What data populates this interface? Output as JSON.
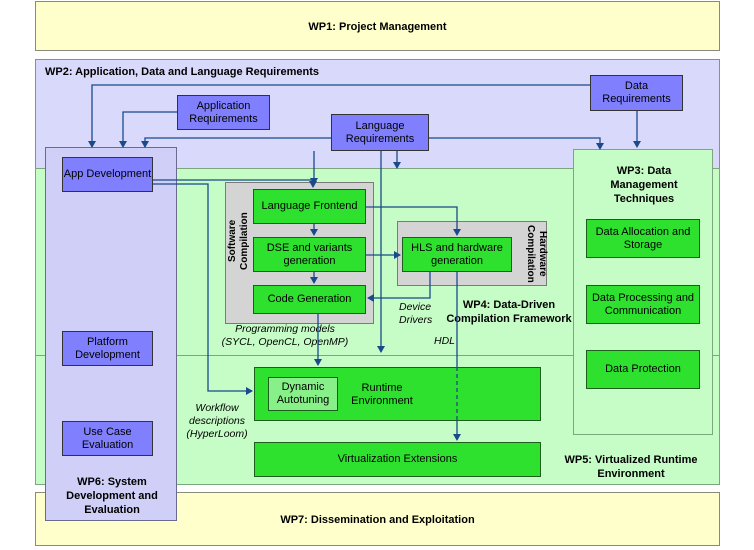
{
  "wp1": {
    "title": "WP1: Project Management"
  },
  "wp2": {
    "title": "WP2: Application, Data and Language Requirements",
    "application_requirements": "Application Requirements",
    "language_requirements": "Language Requirements",
    "data_requirements": "Data Requirements"
  },
  "wp3": {
    "title": "WP3: Data Management Techniques",
    "allocation": "Data Allocation and Storage",
    "processing": "Data Processing and Communication",
    "protection": "Data Protection"
  },
  "wp4": {
    "title": "WP4: Data-Driven Compilation Framework",
    "software_compilation": "Software Compilation",
    "hardware_compilation": "Hardware Compilation",
    "language_frontend": "Language Frontend",
    "dse_variants": "DSE and variants generation",
    "code_generation": "Code Generation",
    "hls_hardware": "HLS and hardware generation",
    "device_drivers": "Device Drivers",
    "hdl": "HDL",
    "programming_models": "Programming models",
    "programming_models_list": "(SYCL, OpenCL, OpenMP)"
  },
  "wp5": {
    "title": "WP5: Virtualized Runtime Environment",
    "runtime_environment": "Runtime Environment",
    "dynamic_autotuning": "Dynamic Autotuning",
    "virtualization_extensions": "Virtualization Extensions",
    "workflow_descriptions": "Workflow descriptions",
    "hyperloom": "(HyperLoom)"
  },
  "wp6": {
    "title": "WP6: System Development and Evaluation",
    "app_development": "App Development",
    "platform_development": "Platform Development",
    "use_case_evaluation": "Use Case Evaluation"
  },
  "wp7": {
    "title": "WP7: Dissemination and Exploitation"
  },
  "colors": {
    "arrow": "#1a4a8a",
    "blue_box": "#8080ff",
    "green_box": "#2fe12f",
    "green_band": "#c6fcc6",
    "lavender_band": "#d9d9fb",
    "yellow_band": "#ffffcc"
  }
}
